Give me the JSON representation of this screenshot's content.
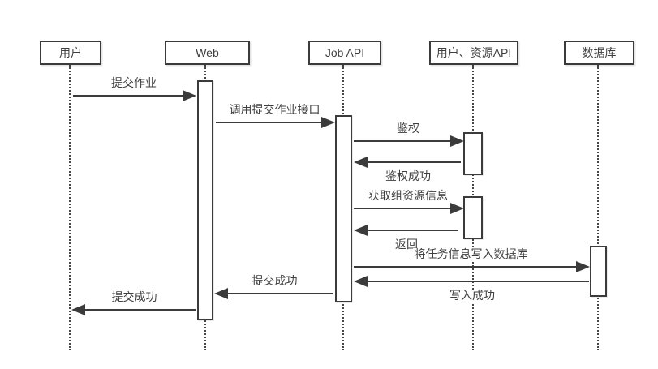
{
  "diagram": {
    "kind": "uml-sequence-diagram",
    "colors": {
      "line": "#3b3b3b",
      "text": "#3f3f3f",
      "box_fill": "#ffffff",
      "background": "#ffffff"
    },
    "actors": [
      {
        "id": "user",
        "label": "用户"
      },
      {
        "id": "web",
        "label": "Web"
      },
      {
        "id": "jobapi",
        "label": "Job API"
      },
      {
        "id": "resapi",
        "label": "用户、资源API"
      },
      {
        "id": "db",
        "label": "数据库"
      }
    ],
    "messages": [
      {
        "label": "提交作业",
        "from": "用户",
        "to": "Web"
      },
      {
        "label": "调用提交作业接口",
        "from": "Web",
        "to": "Job API"
      },
      {
        "label": "鉴权",
        "from": "Job API",
        "to": "用户、资源API"
      },
      {
        "label": "鉴权成功",
        "from": "用户、资源API",
        "to": "Job API"
      },
      {
        "label": "获取组资源信息",
        "from": "Job API",
        "to": "用户、资源API"
      },
      {
        "label": "返回",
        "from": "用户、资源API",
        "to": "Job API"
      },
      {
        "label": "将任务信息写入数据库",
        "from": "Job API",
        "to": "数据库"
      },
      {
        "label": "写入成功",
        "from": "数据库",
        "to": "Job API"
      },
      {
        "label": "提交成功",
        "from": "Job API",
        "to": "Web"
      },
      {
        "label": "提交成功",
        "from": "Web",
        "to": "用户"
      }
    ]
  }
}
